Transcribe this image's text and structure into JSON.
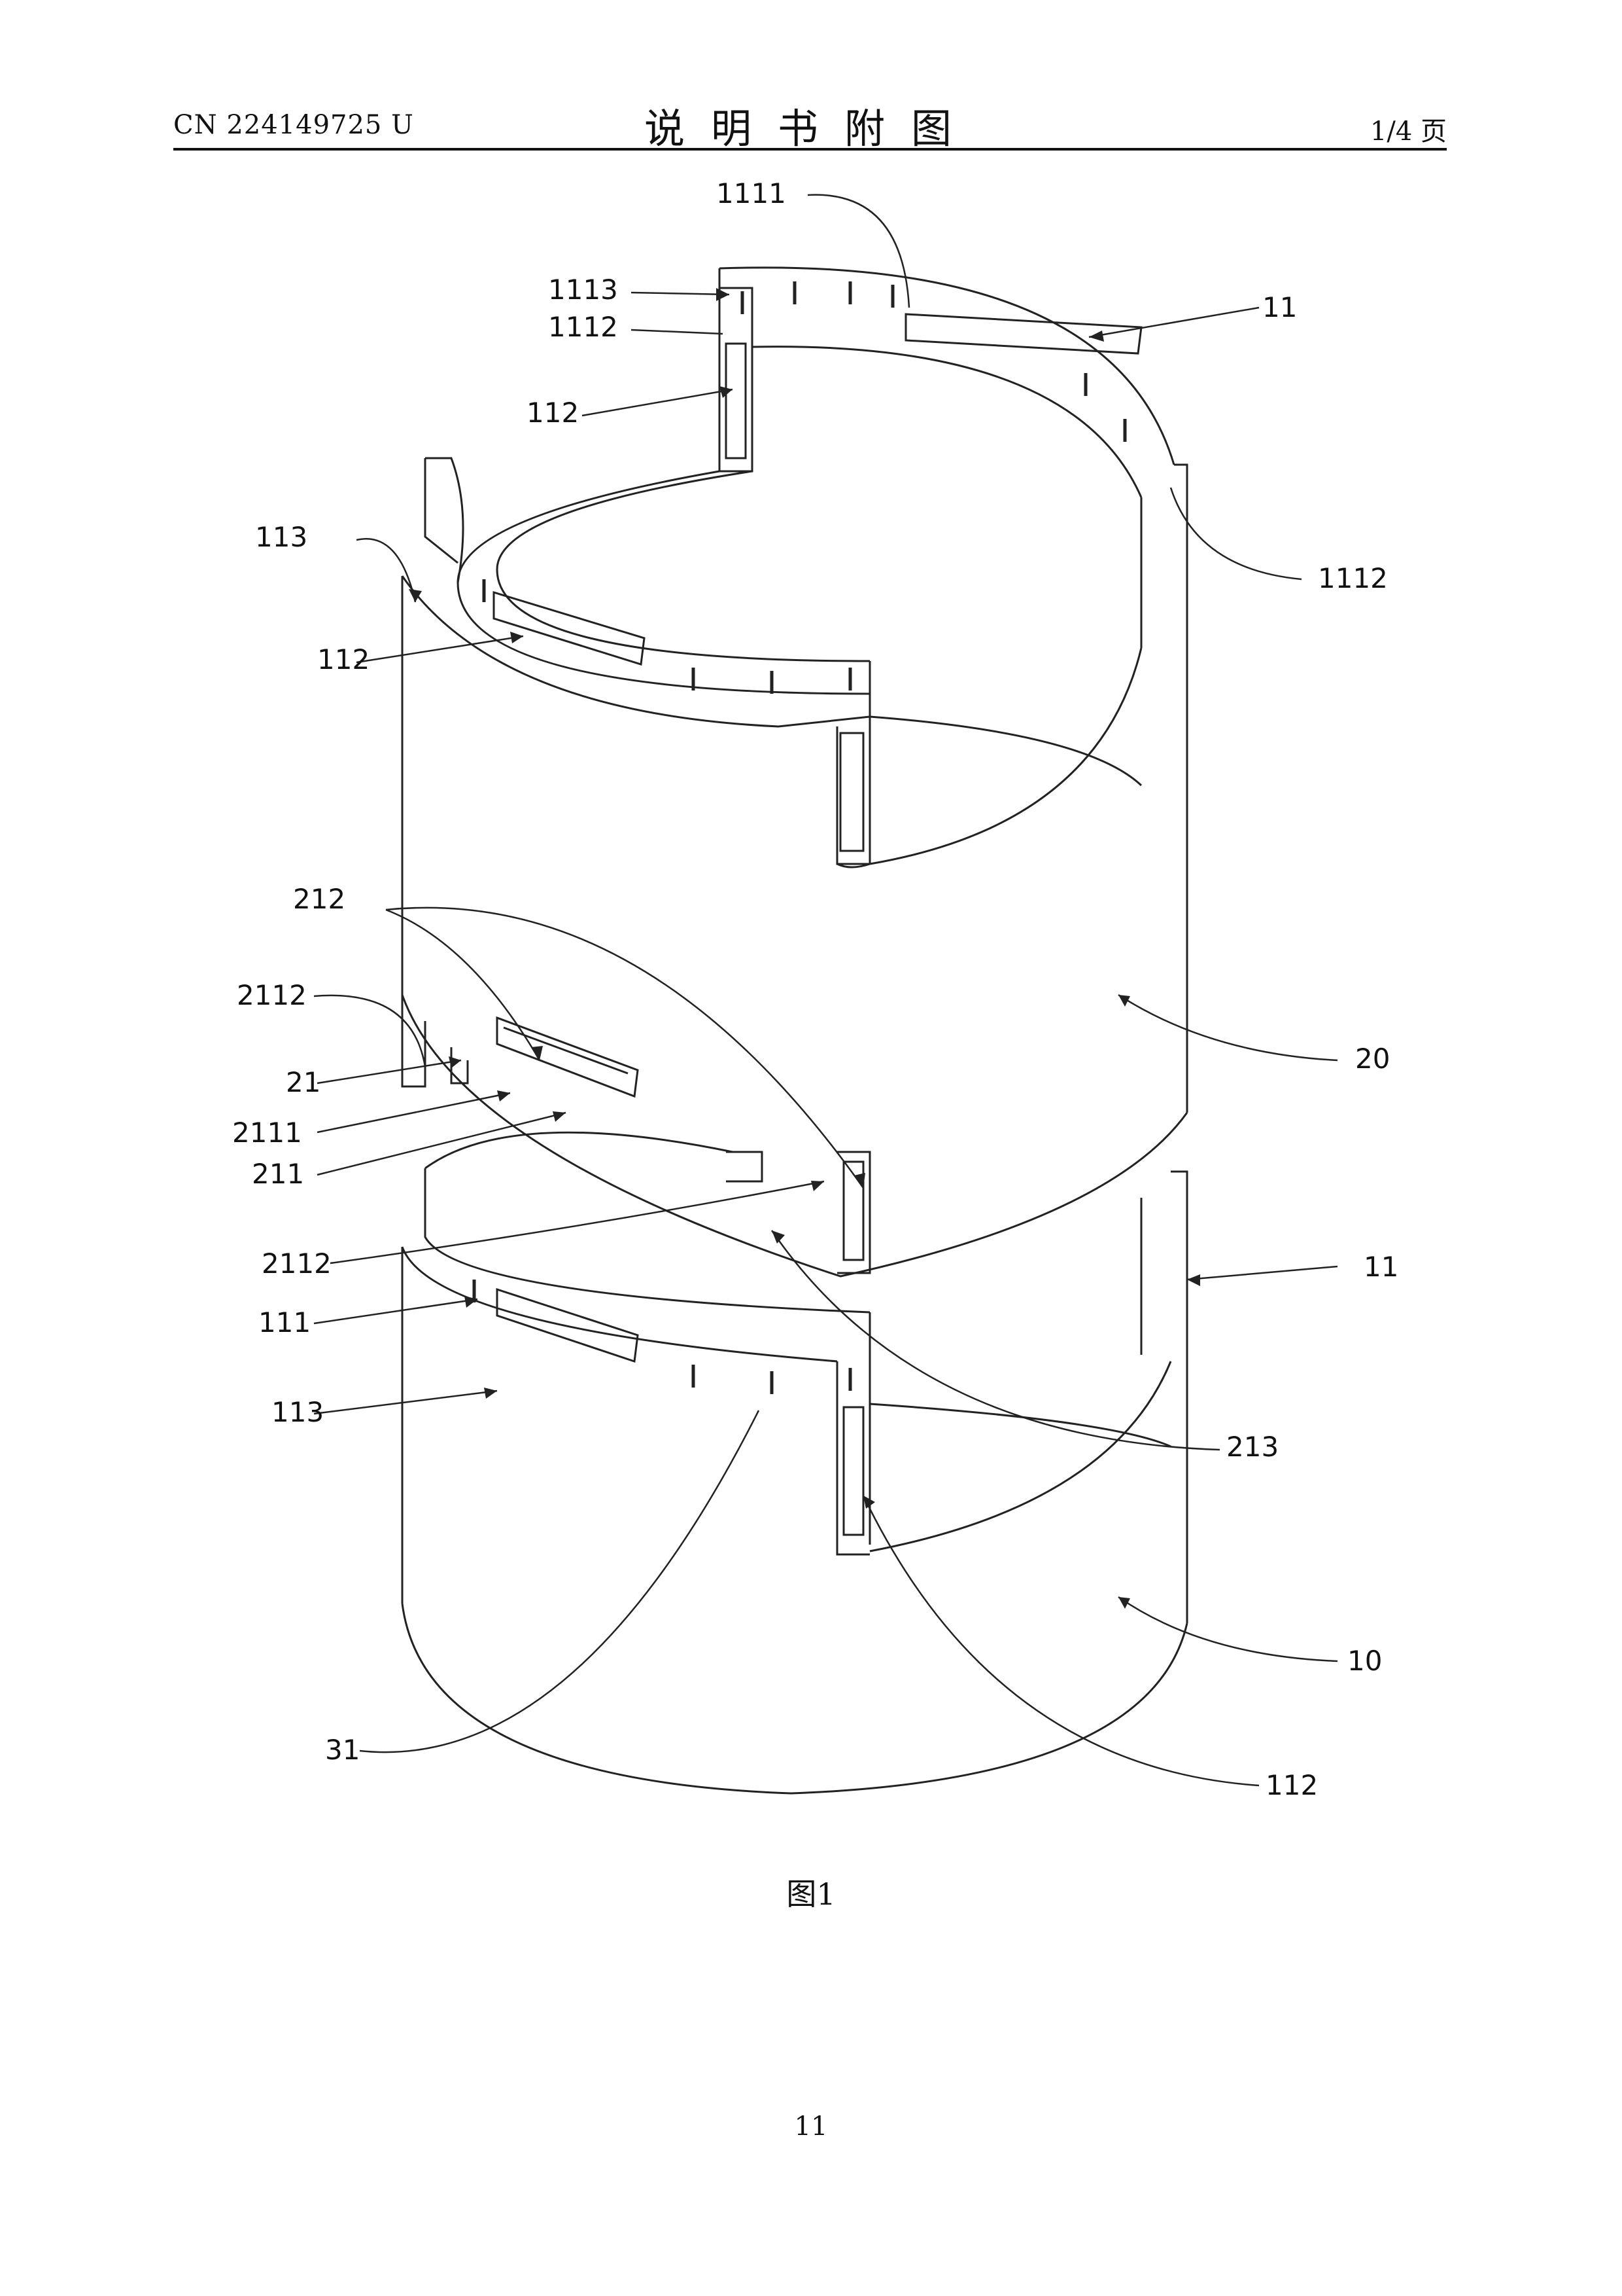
{
  "header": {
    "publication_number": "CN 224149725 U",
    "section_title": "说明书附图",
    "page_count": "1/4 页"
  },
  "figure": {
    "caption": "图1",
    "reference_labels": {
      "l1111": "1111",
      "l1113": "1113",
      "l1112_top": "1112",
      "l112_top": "112",
      "l11_top": "11",
      "l113_upper": "113",
      "l1112_right": "1112",
      "l112_mid": "112",
      "l212": "212",
      "l2112_upper": "2112",
      "l20": "20",
      "l21": "21",
      "l2111": "2111",
      "l211": "211",
      "l2112_lower": "2112",
      "l11_mid": "11",
      "l111": "111",
      "l113_lower": "113",
      "l213": "213",
      "l10": "10",
      "l31": "31",
      "l112_bottom": "112"
    }
  },
  "footer": {
    "page_number": "11"
  }
}
